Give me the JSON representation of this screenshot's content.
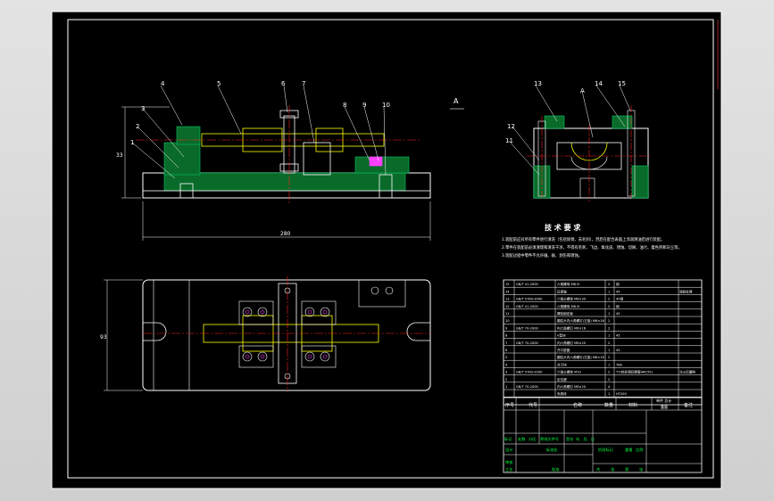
{
  "drawing": {
    "section_label": "A",
    "callouts_front": [
      "1",
      "2",
      "3",
      "4",
      "5",
      "6",
      "7",
      "8",
      "9",
      "10"
    ],
    "callouts_side": [
      "11",
      "12",
      "13",
      "A",
      "14",
      "15"
    ],
    "dimensions": {
      "overall_width": "280",
      "height": "33",
      "top_width": "93"
    }
  },
  "tech": {
    "title": "技 术 要 求",
    "lines": [
      "1.装配前应对所有零件进行清洗（包括除锈、去毛刺），然后在配合表面上涂润滑油后进行装配。",
      "2.零件在装配前必须清理和清洗干净，不得有毛刺、飞边、氧化皮、锈蚀、切屑、油污、着色剂和灰尘等。",
      "3.装配过程中零件不允许磕、碰、划伤和锈蚀。"
    ]
  },
  "bom": {
    "rows": [
      {
        "no": "15",
        "std": "GB/T 41-2000",
        "name": "六角螺母-M8 III",
        "qty": "2",
        "mat": "钢",
        "note": ""
      },
      {
        "no": "14",
        "std": "",
        "name": "压紧轴",
        "qty": "1",
        "mat": "45",
        "note": "调质处理"
      },
      {
        "no": "13",
        "std": "GB/T 5783-2000",
        "name": "六角头螺栓 M8×30",
        "qty": "2",
        "mat": "45钢",
        "note": ""
      },
      {
        "no": "12",
        "std": "GB/T 41-2000",
        "name": "六角螺母-M8 III",
        "qty": "2",
        "mat": "钢",
        "note": ""
      },
      {
        "no": "11",
        "std": "",
        "name": "螺栓固定板",
        "qty": "1",
        "mat": "45",
        "note": ""
      },
      {
        "no": "10",
        "std": "",
        "name": "圆柱头内六角螺钉(左旋) M6×16",
        "qty": "2",
        "mat": "",
        "note": ""
      },
      {
        "no": "9",
        "std": "GB/T 70-2000",
        "name": "内六角螺钉 M6×16",
        "qty": "2",
        "mat": "",
        "note": ""
      },
      {
        "no": "8",
        "std": "",
        "name": "V型块",
        "qty": "1",
        "mat": "45",
        "note": ""
      },
      {
        "no": "7",
        "std": "GB/T 70-2000",
        "name": "内六角螺钉 M8×25",
        "qty": "2",
        "mat": "",
        "note": ""
      },
      {
        "no": "6",
        "std": "",
        "name": "开口垫圈",
        "qty": "1",
        "mat": "45",
        "note": ""
      },
      {
        "no": "5",
        "std": "",
        "name": "圆柱头内六角螺钉(左旋) M6×16",
        "qty": "2",
        "mat": "",
        "note": ""
      },
      {
        "no": "4",
        "std": "",
        "name": "对刀块",
        "qty": "1",
        "mat": "T8A",
        "note": ""
      },
      {
        "no": "3",
        "std": "GB/T 5783-2000",
        "name": "六角头螺栓 M10",
        "qty": "2",
        "mat": "T7(热处理后硬度HRC55)",
        "note": "淬火后磨削"
      },
      {
        "no": "2",
        "std": "",
        "name": "定位键",
        "qty": "2",
        "mat": "",
        "note": ""
      },
      {
        "no": "1",
        "std": "GB/T 70-2000",
        "name": "内六角螺钉 M8×20",
        "qty": "4",
        "mat": "",
        "note": ""
      },
      {
        "no": "",
        "std": "",
        "name": "夹具体",
        "qty": "1",
        "mat": "HT200",
        "note": ""
      }
    ],
    "header": {
      "no": "序号",
      "std": "代号",
      "name": "名称",
      "qty": "数量",
      "mat": "材料",
      "weight": "单件 总计",
      "weight2": "重量",
      "note": "备注"
    }
  },
  "titleblock": {
    "row1": [
      "标记",
      "处数",
      "分区",
      "更改文件号",
      "签名",
      "年、月、日"
    ],
    "row2": [
      "设计",
      "标准化",
      "阶段标记",
      "重量",
      "比例"
    ],
    "row3": [
      "审核",
      "工艺",
      "批准"
    ],
    "row4": [
      "共",
      "张",
      "第",
      "张"
    ]
  },
  "colors": {
    "line": "#ffffff",
    "hatch": "#00c864",
    "center": "#ff2020",
    "yellow": "#ffff00",
    "green": "#00ff40",
    "cyan": "#00ffff",
    "magenta": "#ff40ff"
  }
}
